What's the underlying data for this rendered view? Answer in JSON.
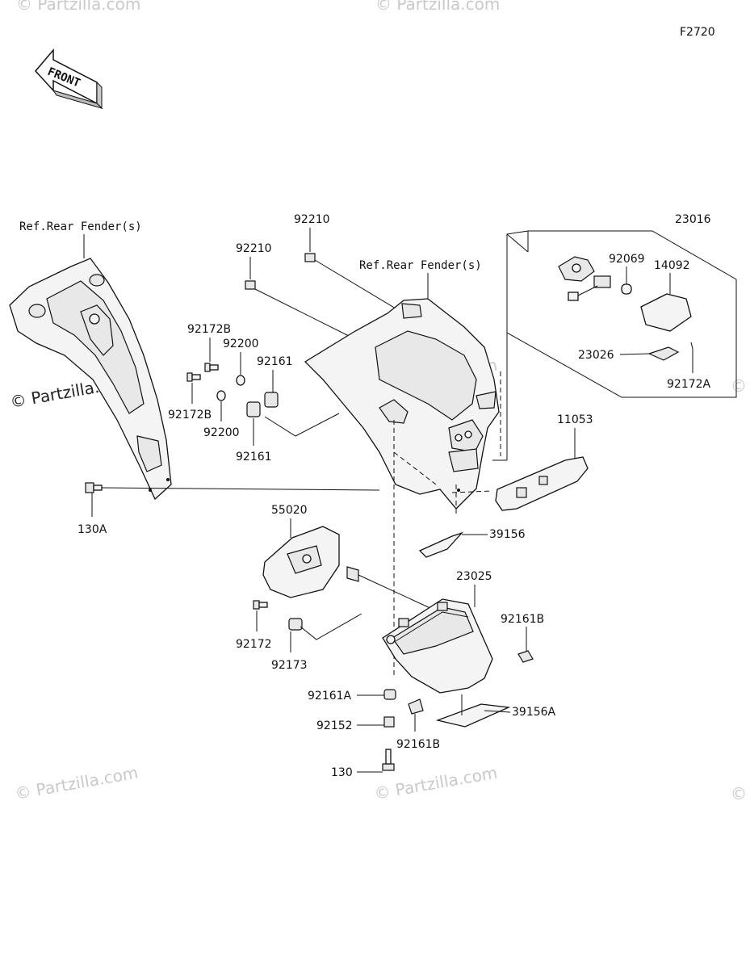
{
  "diagram_code": "F2720",
  "front_label": "FRONT",
  "watermarks": {
    "main": "© Partzilla.com",
    "faint": "© Partzilla.com"
  },
  "parts": {
    "p23016": "23016",
    "p92069": "92069",
    "p14092": "14092",
    "p23026": "23026",
    "p92172A": "92172A",
    "p11053": "11053",
    "p39156": "39156",
    "p23025": "23025",
    "p92161B_top": "92161B",
    "p39156A": "39156A",
    "p92161B_bottom": "92161B",
    "p92161A": "92161A",
    "p92152": "92152",
    "p130": "130",
    "p55020": "55020",
    "p92172": "92172",
    "p92173": "92173",
    "p130A": "130A",
    "p92210_top": "92210",
    "p92210_left": "92210",
    "p92172B_top": "92172B",
    "p92172B_bottom": "92172B",
    "p92200_top": "92200",
    "p92200_bottom": "92200",
    "p92161_top": "92161",
    "p92161_bottom": "92161"
  },
  "references": {
    "rear_fender_left": "Ref.Rear Fender(s)",
    "rear_fender_center": "Ref.Rear Fender(s)"
  }
}
